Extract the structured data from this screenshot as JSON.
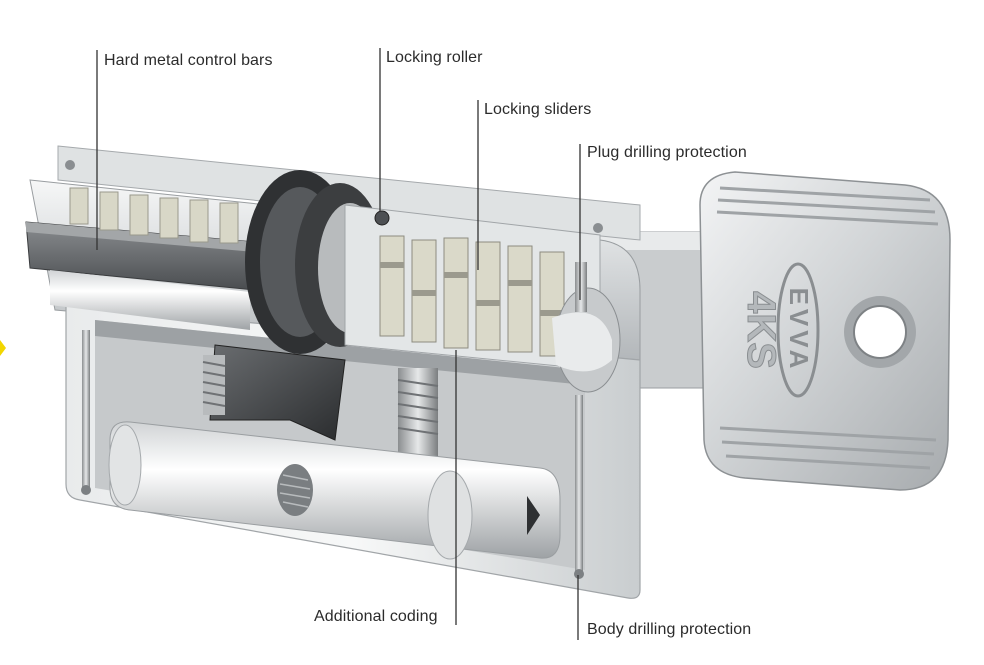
{
  "labels": {
    "control_bars": "Hard metal control bars",
    "locking_roller": "Locking roller",
    "locking_sliders": "Locking sliders",
    "plug_drilling": "Plug drilling protection",
    "additional_coding": "Additional coding",
    "body_drilling": "Body drilling protection"
  },
  "key": {
    "brand": "EVVA",
    "model": "4KS"
  },
  "colors": {
    "metal_light": "#eceeef",
    "metal_mid": "#c4c7c9",
    "metal_dark": "#8d9194",
    "control_bar": "#6f7275",
    "slider": "#d9d8c8",
    "cam": "#3b3d3f",
    "marker": "#f2d600"
  }
}
